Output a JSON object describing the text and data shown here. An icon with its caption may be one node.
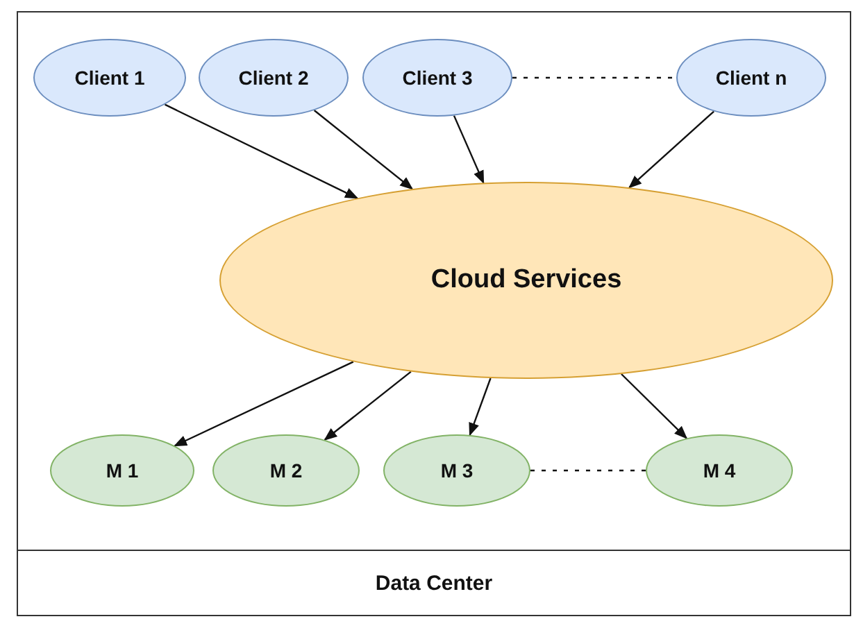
{
  "diagram": {
    "nodes": [
      {
        "text": [
          "Data Center"
        ]
      },
      {
        "text": [
          "Client 1"
        ],
        "in": 0
      },
      {
        "text": [
          "Client 2"
        ],
        "in": 0
      },
      {
        "text": [
          "Client 3"
        ],
        "in": 0
      },
      {
        "text": [
          "Client n"
        ],
        "in": 0
      },
      {
        "text": [
          "Cloud Services"
        ],
        "in": 0
      },
      {
        "text": [
          "M 1"
        ],
        "in": 0
      },
      {
        "text": [
          "M 2"
        ],
        "in": 0
      },
      {
        "text": [
          "M 3"
        ],
        "in": 0
      },
      {
        "text": [
          "M 4"
        ],
        "in": 0
      }
    ],
    "edges": [
      {
        "from": 1,
        "to": 5,
        "arrow": "to"
      },
      {
        "from": 2,
        "to": 5,
        "arrow": "to"
      },
      {
        "from": 3,
        "to": 5,
        "arrow": "to"
      },
      {
        "from": 4,
        "to": 5,
        "arrow": "to"
      },
      {
        "from": 3,
        "to": 4,
        "arrow": "none",
        "style": "dashed"
      },
      {
        "from": 5,
        "to": 6,
        "arrow": "to"
      },
      {
        "from": 5,
        "to": 7,
        "arrow": "to"
      },
      {
        "from": 5,
        "to": 8,
        "arrow": "to"
      },
      {
        "from": 5,
        "to": 9,
        "arrow": "to"
      },
      {
        "from": 8,
        "to": 9,
        "arrow": "none",
        "style": "dashed"
      }
    ]
  }
}
